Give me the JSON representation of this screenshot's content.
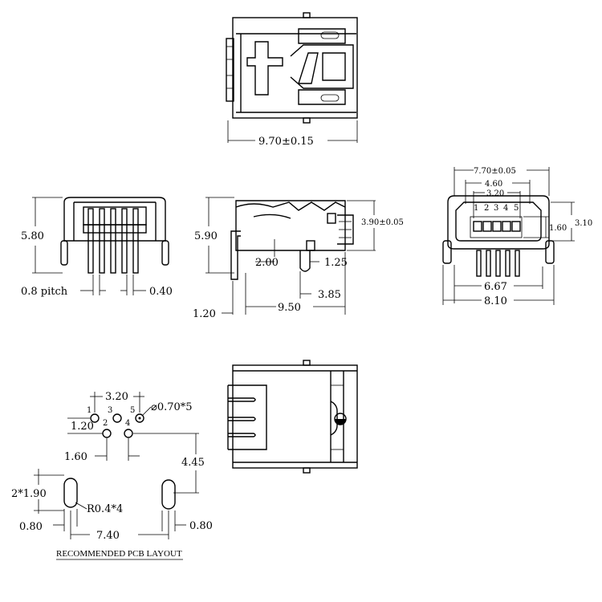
{
  "top_view": {
    "width_dim": "9.70±0.15"
  },
  "front_view": {
    "height_dim": "5.80",
    "pitch_label": "0.8 pitch",
    "pin_width_dim": "0.40"
  },
  "side_view": {
    "height_dim": "5.90",
    "height_small_dim": "3.90±0.05",
    "dim_200": "2.00",
    "dim_125": "1.25",
    "dim_385": "3.85",
    "dim_950": "9.50",
    "dim_120": "1.20"
  },
  "end_view": {
    "dim_770": "7.70±0.05",
    "dim_460": "4.60",
    "dim_320": "3.20",
    "dim_310": "3.10",
    "dim_160": "1.60",
    "dim_667": "6.67",
    "dim_810": "8.10",
    "pin_numbers": [
      "1",
      "2",
      "3",
      "4",
      "5"
    ]
  },
  "pcb_layout": {
    "dim_320": "3.20",
    "hole_dim": "⌀0.70*5",
    "dim_120": "1.20",
    "dim_160": "1.60",
    "dim_445": "4.45",
    "dim_190": "2*1.90",
    "radius_label": "R0.4*4",
    "dim_080_left": "0.80",
    "dim_740": "7.40",
    "dim_080_right": "0.80",
    "pin_numbers": [
      "1",
      "2",
      "3",
      "4",
      "5"
    ],
    "caption": "RECOMMENDED PCB LAYOUT"
  }
}
